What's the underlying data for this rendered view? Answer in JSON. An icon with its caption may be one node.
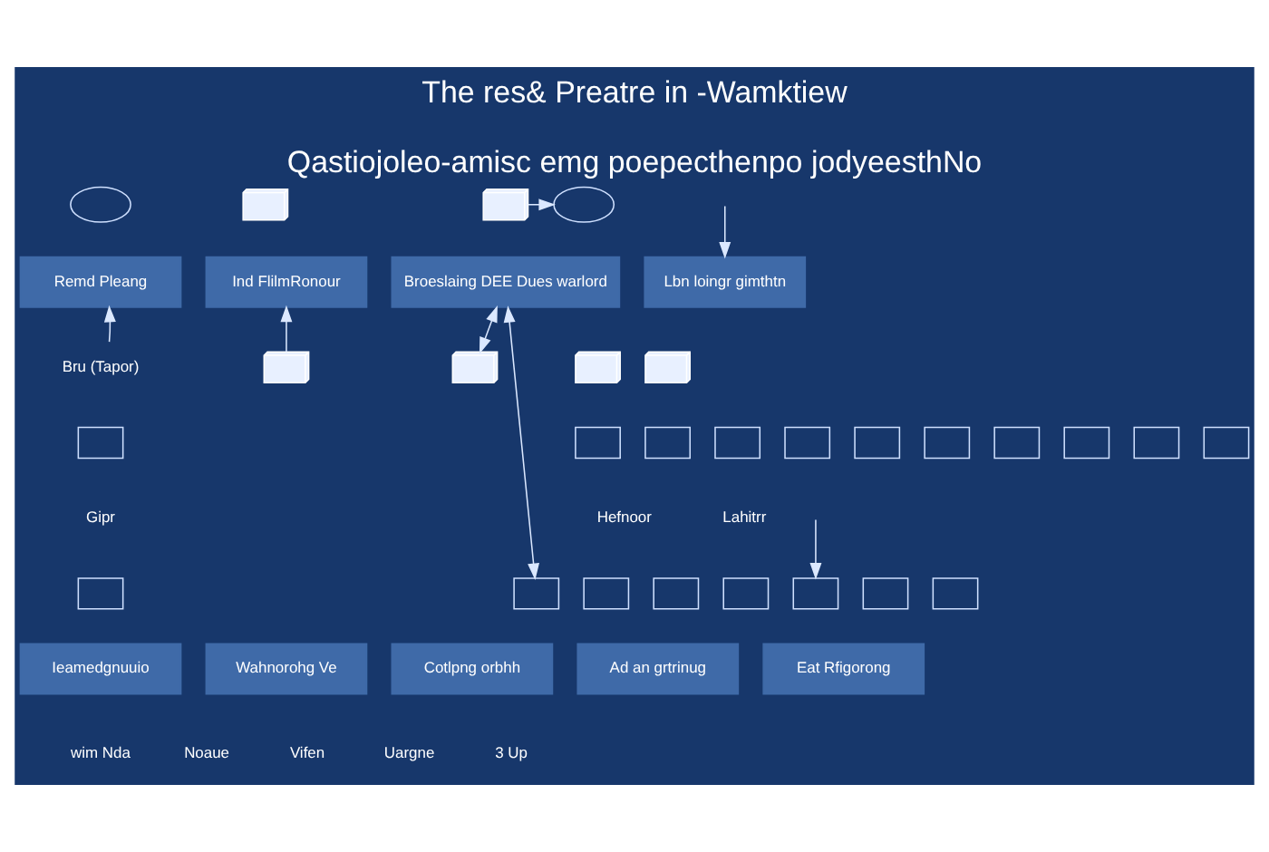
{
  "diagram": {
    "title": "The res& Preatre in -Wamktiew",
    "caption": "Qastiojoleo-amisc emg poepecthenpo jodyeesthNo",
    "nodes": [
      {
        "text": [],
        "shape": "circle"
      },
      {
        "text": [],
        "shape": "picture"
      },
      {
        "text": [],
        "shape": "picture"
      },
      {
        "text": [],
        "shape": "circle"
      },
      {
        "text": [
          "Remd Pleang"
        ]
      },
      {
        "text": [
          "Ind FlilmRonour"
        ]
      },
      {
        "text": [
          "Broeslaing DEE Dues warlord"
        ]
      },
      {
        "text": [
          "Lbn loingr gimthtn"
        ]
      },
      {
        "text": [
          "Bru (Tapor)"
        ]
      },
      {
        "text": [],
        "shape": "picture"
      },
      {
        "text": [],
        "shape": "picture"
      },
      {
        "text": [],
        "shape": "picture"
      },
      {
        "text": [],
        "shape": "picture"
      },
      {
        "text": [],
        "shape": "box"
      },
      {
        "text": [],
        "shape": "box"
      },
      {
        "text": [],
        "shape": "box"
      },
      {
        "text": [],
        "shape": "box"
      },
      {
        "text": [],
        "shape": "box"
      },
      {
        "text": [],
        "shape": "box"
      },
      {
        "text": [],
        "shape": "box"
      },
      {
        "text": [],
        "shape": "box"
      },
      {
        "text": [],
        "shape": "box"
      },
      {
        "text": [],
        "shape": "box"
      },
      {
        "text": [],
        "shape": "box"
      },
      {
        "text": [
          "Gipr"
        ]
      },
      {
        "text": [
          "Hefnoor"
        ]
      },
      {
        "text": [
          "Lahitrr"
        ]
      },
      {
        "text": [],
        "shape": "box"
      },
      {
        "text": [],
        "shape": "box"
      },
      {
        "text": [],
        "shape": "box"
      },
      {
        "text": [],
        "shape": "box"
      },
      {
        "text": [],
        "shape": "box"
      },
      {
        "text": [],
        "shape": "box"
      },
      {
        "text": [],
        "shape": "box"
      },
      {
        "text": [],
        "shape": "box"
      },
      {
        "text": [
          "Ieamedgnuuio"
        ]
      },
      {
        "text": [
          "Wahnorohg Ve"
        ]
      },
      {
        "text": [
          "Cotlpng orbhh"
        ]
      },
      {
        "text": [
          "Ad an grtrinug"
        ]
      },
      {
        "text": [
          "Eat Rfigorong"
        ]
      },
      {
        "text": [
          "wim Nda"
        ]
      },
      {
        "text": [
          "Noaue"
        ]
      },
      {
        "text": [
          "Vifen"
        ]
      },
      {
        "text": [
          "Uargne"
        ]
      }
    ],
    "edges": [
      {
        "from": 2,
        "to": 3,
        "arrow": "to"
      },
      {
        "from": 8,
        "to": 4,
        "arrow": "to"
      },
      {
        "from": 10,
        "to": 5,
        "arrow": "to"
      },
      {
        "from": 6,
        "to": 12,
        "arrow": "both"
      },
      {
        "from": 6,
        "to": 33,
        "arrow": "both"
      },
      {
        "from": null,
        "to": 7,
        "arrow": "to"
      },
      {
        "from": null,
        "to": 31,
        "arrow": "to"
      }
    ],
    "labels": [
      "3 Up"
    ]
  }
}
